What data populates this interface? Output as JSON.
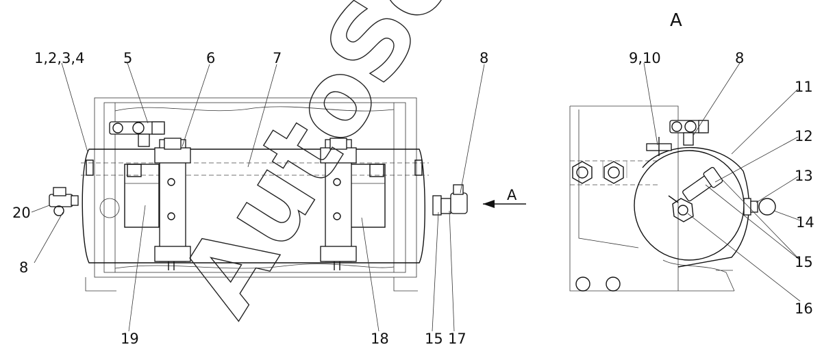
{
  "view_label": "A",
  "arrow_label": "A",
  "watermark": "AutoSoft",
  "corner_mark": "",
  "callouts": {
    "c1234": "1,2,3,4",
    "c5": "5",
    "c6": "6",
    "c7": "7",
    "c8_top": "8",
    "c8_left": "8",
    "c8_right": "8",
    "c20": "20",
    "c19": "19",
    "c18": "18",
    "c15": "15",
    "c17": "17",
    "c910": "9,10",
    "c11": "11",
    "c12": "12",
    "c13": "13",
    "c14": "14",
    "c15_right": "15",
    "c16": "16"
  }
}
